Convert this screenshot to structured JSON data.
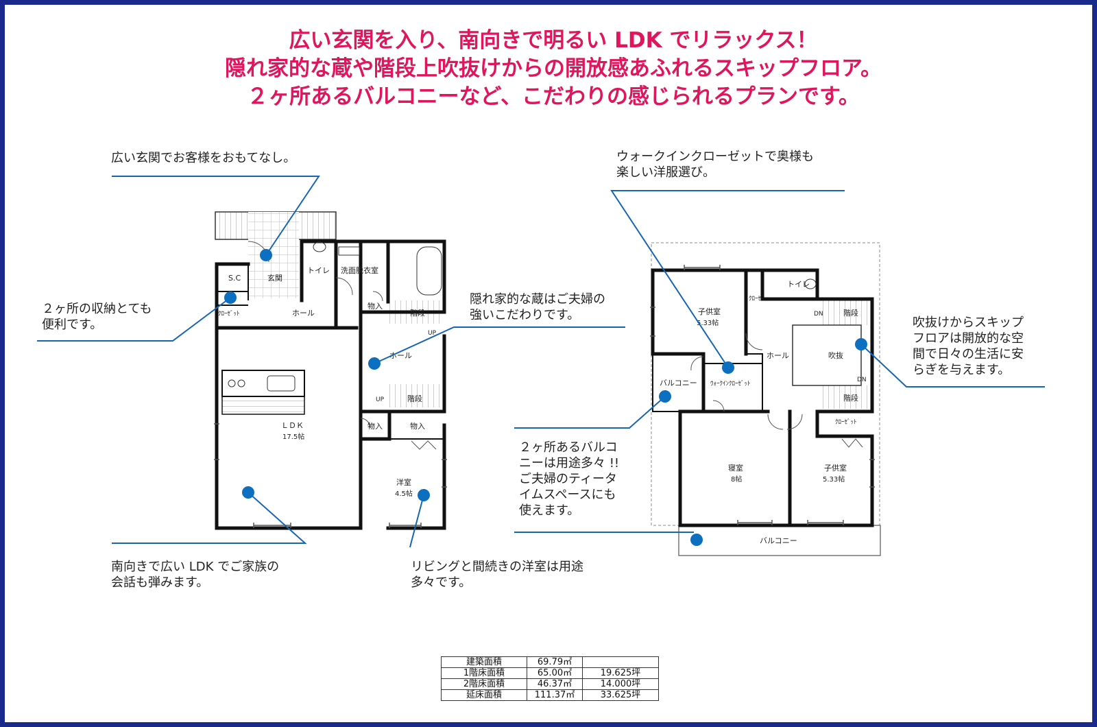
{
  "headline": {
    "line1": "広い玄関を入り、南向きで明るい LDK でリラックス！",
    "line2": "隠れ家的な蔵や階段上吹抜けからの開放感あふれるスキップフロア。",
    "line3": "２ヶ所あるバルコニーなど、こだわりの感じられるプランです。"
  },
  "notes": {
    "entrance": "広い玄関でお客様をおもてなし。",
    "storage": [
      "２ヶ所の収納とても",
      "便利です。"
    ],
    "kura": [
      "隠れ家的な蔵はご夫婦の",
      "強いこだわりです。"
    ],
    "ldk": [
      "南向きで広い LDK でご家族の",
      "会話も弾みます。"
    ],
    "western": [
      "リビングと間続きの洋室は用途",
      "多々です。"
    ],
    "walkin": [
      "ウォークインクローゼットで奥様も",
      "楽しい洋服選び。"
    ],
    "fukinuke": [
      "吹抜けからスキップ",
      "フロアは開放的な空",
      "間で日々の生活に安",
      "らぎを与えます。"
    ],
    "balcony": [
      "２ヶ所あるバルコ",
      "ニーは用途多々 !!",
      "ご夫婦のティータ",
      "イムスペースにも",
      "使えます。"
    ]
  },
  "floor1": {
    "sc": "S.C",
    "genkan": "玄関",
    "toilet": "トイレ",
    "senmen": "洗面脱衣室",
    "closet": "ｸﾛｰｾﾞｯﾄ",
    "hall": "ホール",
    "monoire1": "物入",
    "kaidan_upper": "階段",
    "up": "UP",
    "hall2": "ホール",
    "up2": "UP",
    "kaidan_lower": "階段",
    "ldk": "ＬＤＫ",
    "ldk_size": "17.5帖",
    "monoire2": "物入",
    "monoire3": "物入",
    "youshitsu": "洋室",
    "youshitsu_size": "4.5帖"
  },
  "floor2": {
    "kodomo1": "子供室",
    "kodomo1_size": "5.33帖",
    "closet_small": "ｸﾛｰｾﾞ",
    "toilet": "トイレ",
    "kaidan_upper": "階段",
    "dn_mark": "DN",
    "hall": "ホール",
    "fukinuke": "吹抜",
    "walkin": "ｳｫｰｸｲﾝｸﾛｰｾﾞｯﾄ",
    "balcony_west": "バルコニー",
    "dn": "DN",
    "kaidan_lower": "階段",
    "closet": "ｸﾛｰｾﾞｯﾄ",
    "shinshitsu": "寝室",
    "shinshitsu_size": "8帖",
    "kodomo2": "子供室",
    "kodomo2_size": "5.33帖",
    "balcony_south": "バルコニー"
  },
  "area_table": [
    {
      "label": "建築面積",
      "sqm": "69.79㎡",
      "tsubo": ""
    },
    {
      "label": "1階床面積",
      "sqm": "65.00㎡",
      "tsubo": "19.625坪"
    },
    {
      "label": "2階床面積",
      "sqm": "46.37㎡",
      "tsubo": "14.000坪"
    },
    {
      "label": "延床面積",
      "sqm": "111.37㎡",
      "tsubo": "33.625坪"
    }
  ],
  "colors": {
    "headline": "#e0155c",
    "frame": "#1a2a8c",
    "callout_line": "#1565b5",
    "callout_dot": "#0d6fbf"
  }
}
